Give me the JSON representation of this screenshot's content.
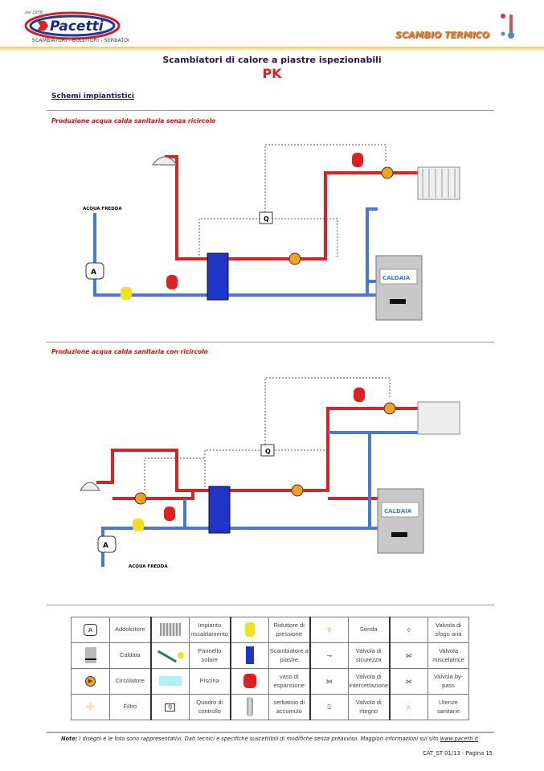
{
  "header": {
    "brand": "Pacetti",
    "brand_since": "dal 1958",
    "brand_tagline": "SCAMBIATORI - BOLLITORI - SERBATOI",
    "section": "SCAMBIO TERMICO"
  },
  "title": "Scambiatori di calore a piastre ispezionabili",
  "model": "PK",
  "section_heading": "Schemi impiantistici",
  "diagrams": [
    {
      "title": "Produzione acqua calda sanitaria senza ricircolo",
      "cold_water_label": "ACQUA FREDDA",
      "boiler_label": "CALDAIA",
      "control_label": "Q",
      "softener_label": "A"
    },
    {
      "title": "Produzione acqua calda sanitaria con ricircolo",
      "cold_water_label": "ACQUA FREDDA",
      "boiler_label": "CALDAIA",
      "control_label": "Q",
      "softener_label": "A"
    }
  ],
  "legend": [
    [
      {
        "icon": "softener",
        "glyph": "A",
        "label": "Addolcitore"
      },
      {
        "icon": "radiator",
        "label": "Impianto riscaldamento"
      },
      {
        "icon": "pressure-reducer",
        "label": "Riduttore di pressione"
      },
      {
        "icon": "probe",
        "label": "Sonda"
      },
      {
        "icon": "air-vent",
        "label": "Valvola di sfogo aria"
      }
    ],
    [
      {
        "icon": "boiler",
        "label": "Caldaia"
      },
      {
        "icon": "solar-panel",
        "label": "Pannello solare"
      },
      {
        "icon": "plate-exchanger",
        "label": "Scambiatore a piastre"
      },
      {
        "icon": "safety-valve",
        "label": "Valvola di sicurezza"
      },
      {
        "icon": "mixing-valve",
        "label": "Valvola miscelatrice"
      }
    ],
    [
      {
        "icon": "circulator",
        "label": "Circolatore"
      },
      {
        "icon": "pool",
        "label": "Piscina"
      },
      {
        "icon": "expansion-vessel",
        "label": "vaso di espansione"
      },
      {
        "icon": "shutoff-valve",
        "label": "Valvola di intercettazione"
      },
      {
        "icon": "bypass-valve",
        "label": "Valvola by-pass"
      }
    ],
    [
      {
        "icon": "filter",
        "label": "Filtro"
      },
      {
        "icon": "control-panel",
        "glyph": "Q",
        "label": "Quadro di controllo"
      },
      {
        "icon": "storage-tank",
        "label": "serbatoio di accumulo"
      },
      {
        "icon": "check-valve",
        "label": "Valvola di ritegno"
      },
      {
        "icon": "sanitary-outlet",
        "label": "Utenze sanitarie"
      }
    ]
  ],
  "footer": {
    "note_label": "Note:",
    "note": " I disegni e le foto sono rappresentativi. Dati tecnici e specifiche suscettibili di modifiche senza preavviso. Maggiori informazioni sul sito ",
    "link": "www.pacetti.it",
    "page": "CAT_ST 01/13 - Pagina 15"
  },
  "colors": {
    "hot": "#e02020",
    "cold": "#4a78d8",
    "accent": "#e8841c",
    "title": "#1a1a5a"
  }
}
